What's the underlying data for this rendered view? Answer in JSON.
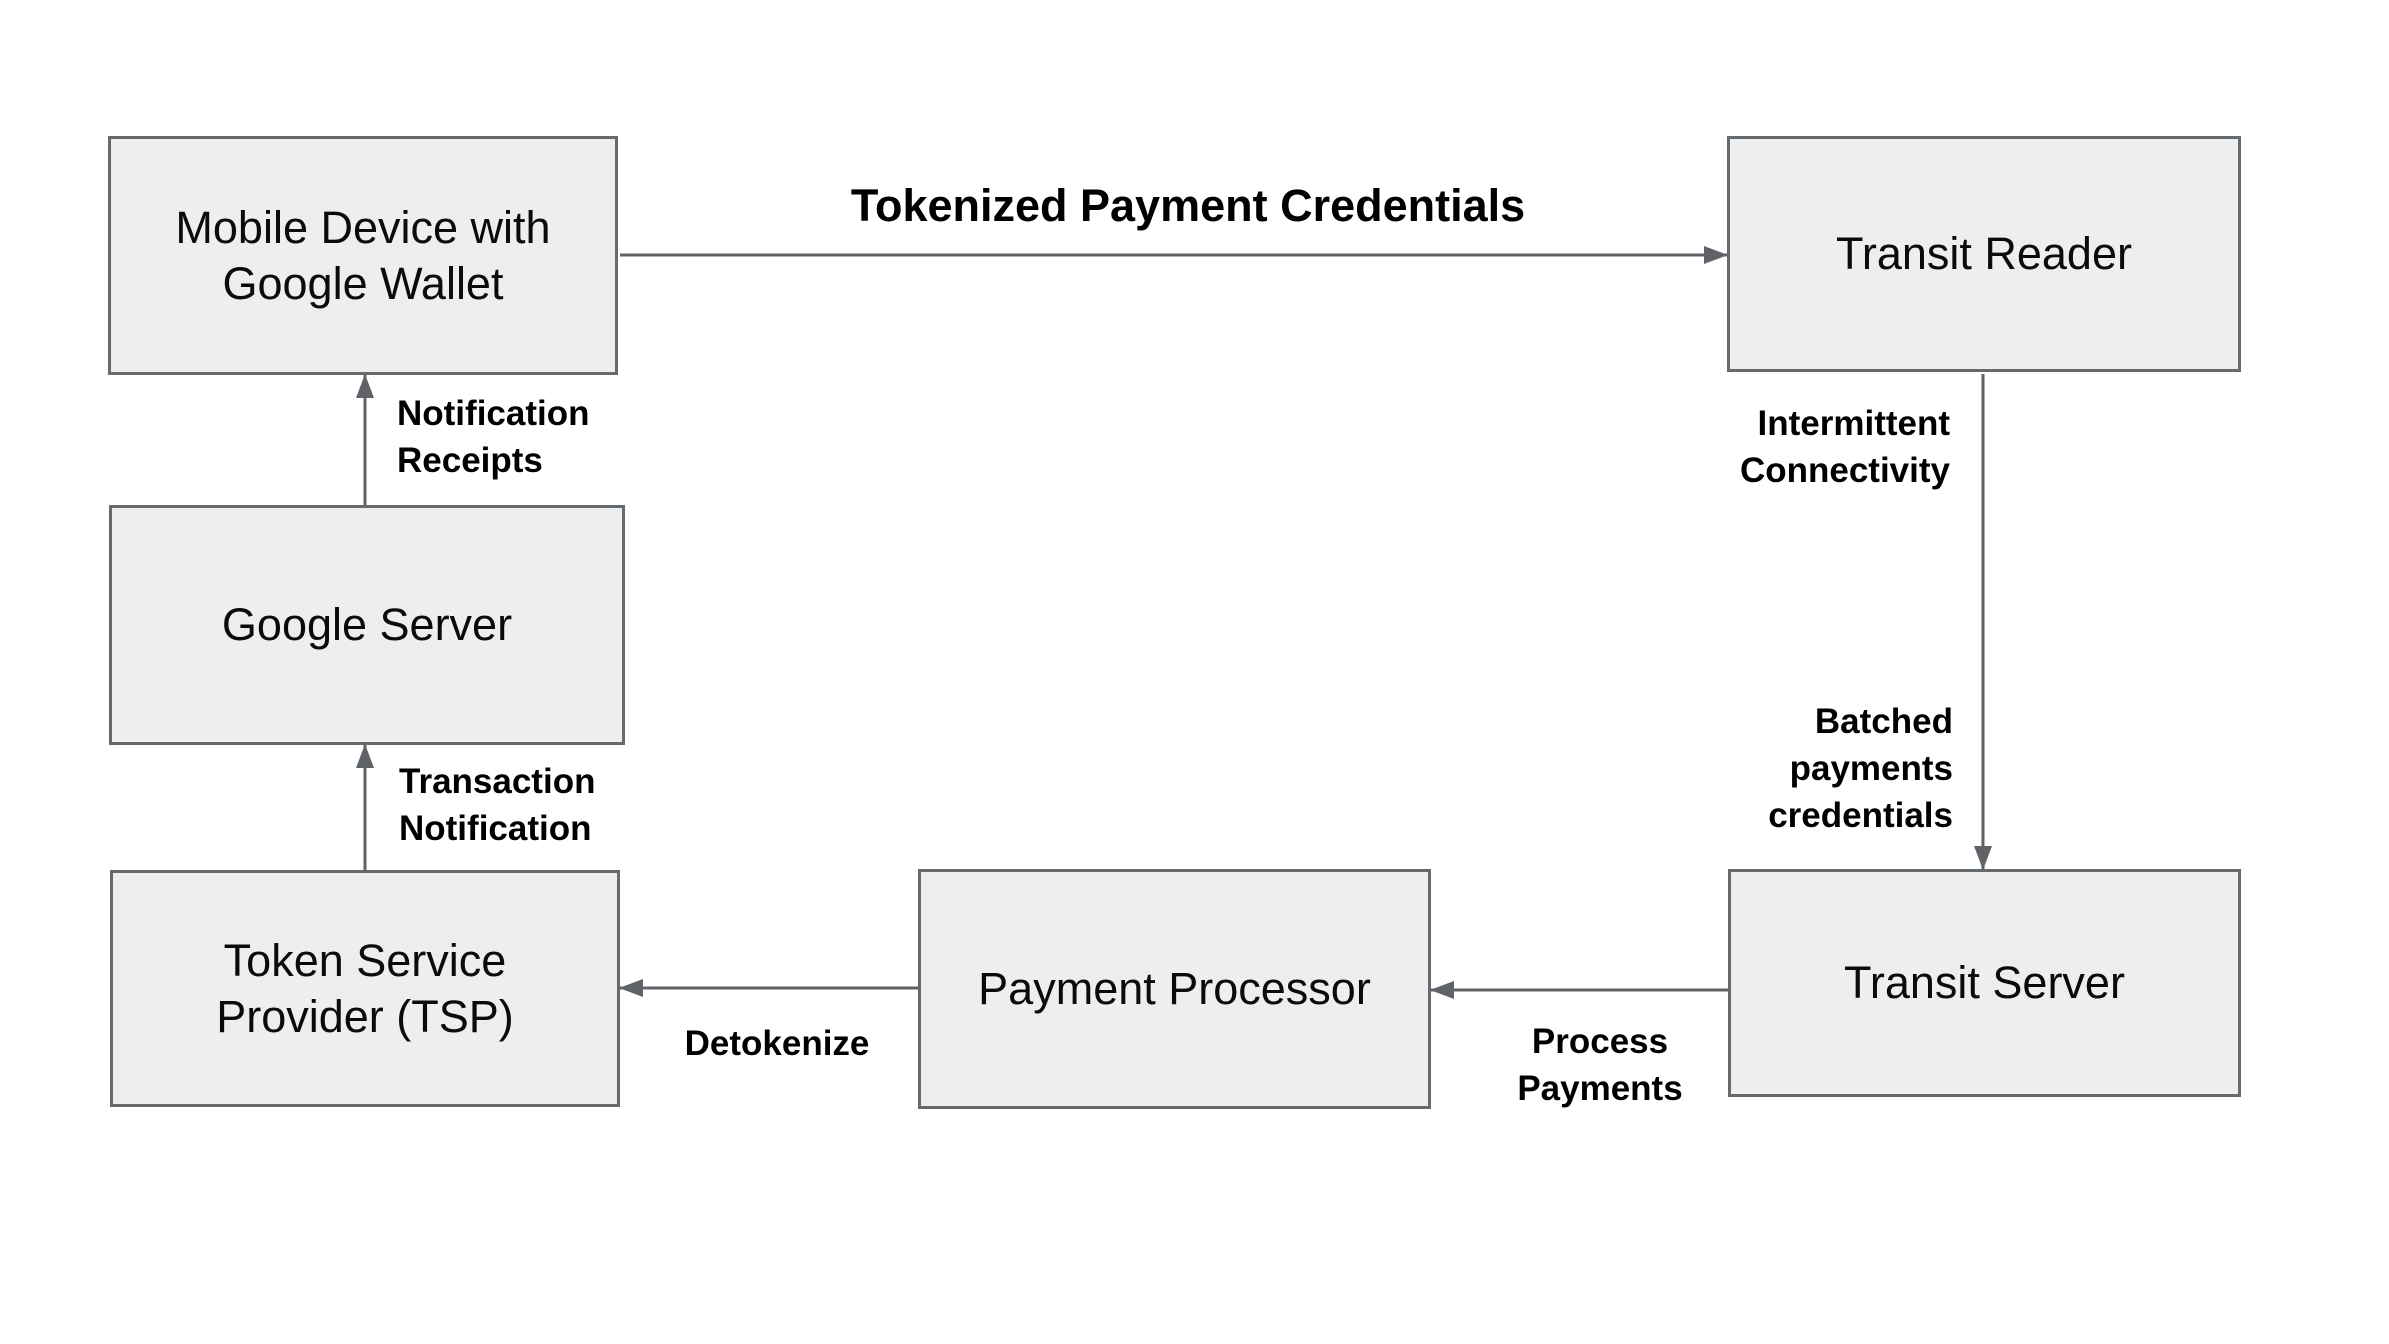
{
  "diagram": {
    "title_visible": false,
    "colors": {
      "background": "#ffffff",
      "node_fill": "#eeeeee",
      "node_border": "#656a6e",
      "arrow": "#5f6368",
      "node_text": "#0b0b0b",
      "edge_label_text": "#000000"
    },
    "nodes": [
      {
        "id": "mobile-device",
        "label": "Mobile Device with\nGoogle Wallet"
      },
      {
        "id": "transit-reader",
        "label": "Transit Reader"
      },
      {
        "id": "google-server",
        "label": "Google Server"
      },
      {
        "id": "token-service-provider",
        "label": "Token Service\nProvider (TSP)"
      },
      {
        "id": "payment-processor",
        "label": "Payment Processor"
      },
      {
        "id": "transit-server",
        "label": "Transit Server"
      }
    ],
    "edges": [
      {
        "from": "mobile-device",
        "to": "transit-reader",
        "label": "Tokenized Payment Credentials"
      },
      {
        "from": "transit-reader",
        "to": "transit-server",
        "labels": [
          "Intermittent\nConnectivity",
          "Batched\npayments\ncredentials"
        ]
      },
      {
        "from": "transit-server",
        "to": "payment-processor",
        "label": "Process\nPayments"
      },
      {
        "from": "payment-processor",
        "to": "token-service-provider",
        "label": "Detokenize"
      },
      {
        "from": "token-service-provider",
        "to": "google-server",
        "label": "Transaction\nNotification"
      },
      {
        "from": "google-server",
        "to": "mobile-device",
        "label": "Notification\nReceipts"
      }
    ]
  }
}
